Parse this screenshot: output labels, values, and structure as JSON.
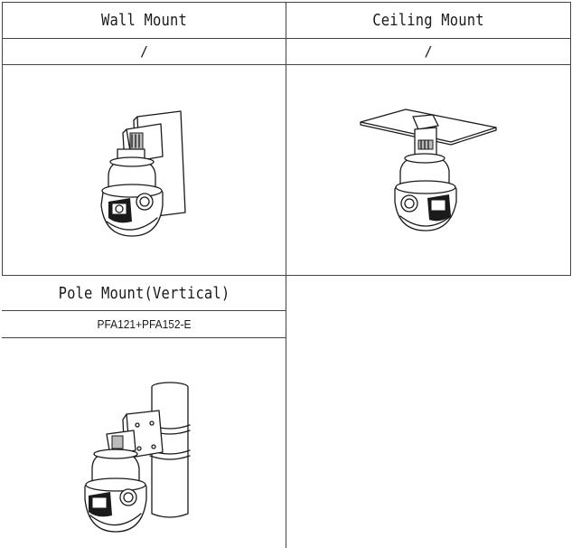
{
  "table": {
    "cells": [
      {
        "title": "Wall Mount",
        "accessory": "/",
        "icon": "wall-mount-camera-illustration"
      },
      {
        "title": "Ceiling Mount",
        "accessory": "/",
        "icon": "ceiling-mount-camera-illustration"
      },
      {
        "title": "Pole Mount(Vertical)",
        "accessory": "PFA121+PFA152-E",
        "icon": "pole-mount-camera-illustration"
      }
    ]
  }
}
